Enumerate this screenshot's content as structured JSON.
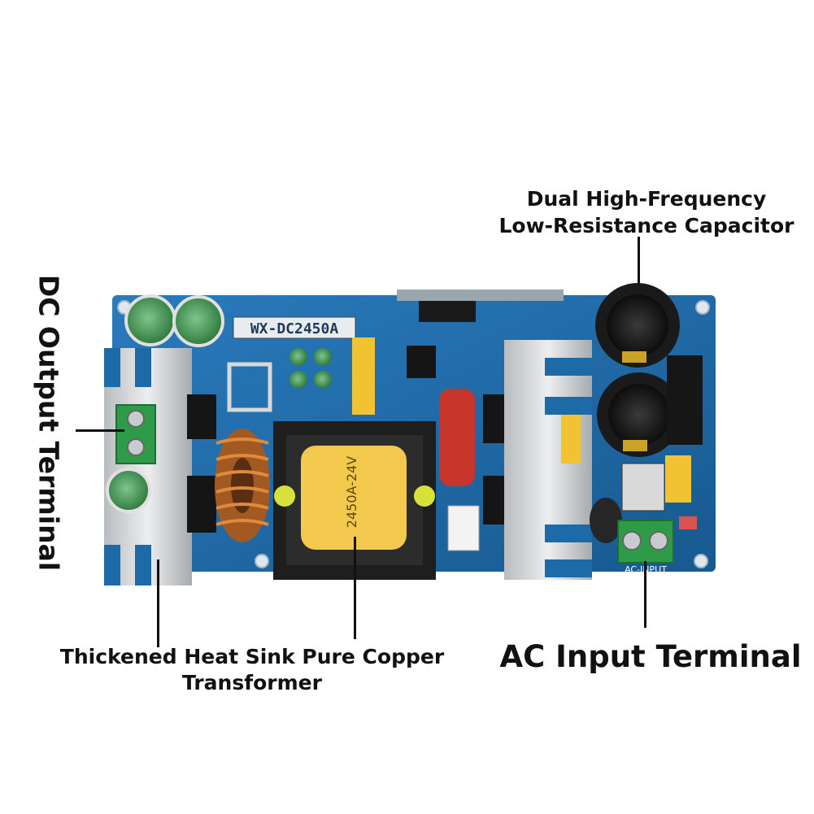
{
  "annotations": {
    "capacitor": [
      "Dual High-Frequency",
      "Low-Resistance Capacitor"
    ],
    "dc_output": "DC Output Terminal",
    "heat_sink": [
      "Thickened Heat Sink Pure Copper",
      "Transformer"
    ],
    "ac_input": "AC Input Terminal"
  },
  "board": {
    "model": "WX-DC2450A",
    "transformer_marking": "2450A-24V",
    "ac_input_silkscreen": "AC-INPUT"
  },
  "colors": {
    "pcb_blue": "#1d6aa8",
    "heatsink": "#d2d4d6",
    "transformer_tape": "#f2c94c",
    "transformer_core": "#1e1e1e",
    "terminal_green": "#2e9b48",
    "capacitor_green": "#3f8f4f",
    "film_cap_red": "#c8362b"
  }
}
